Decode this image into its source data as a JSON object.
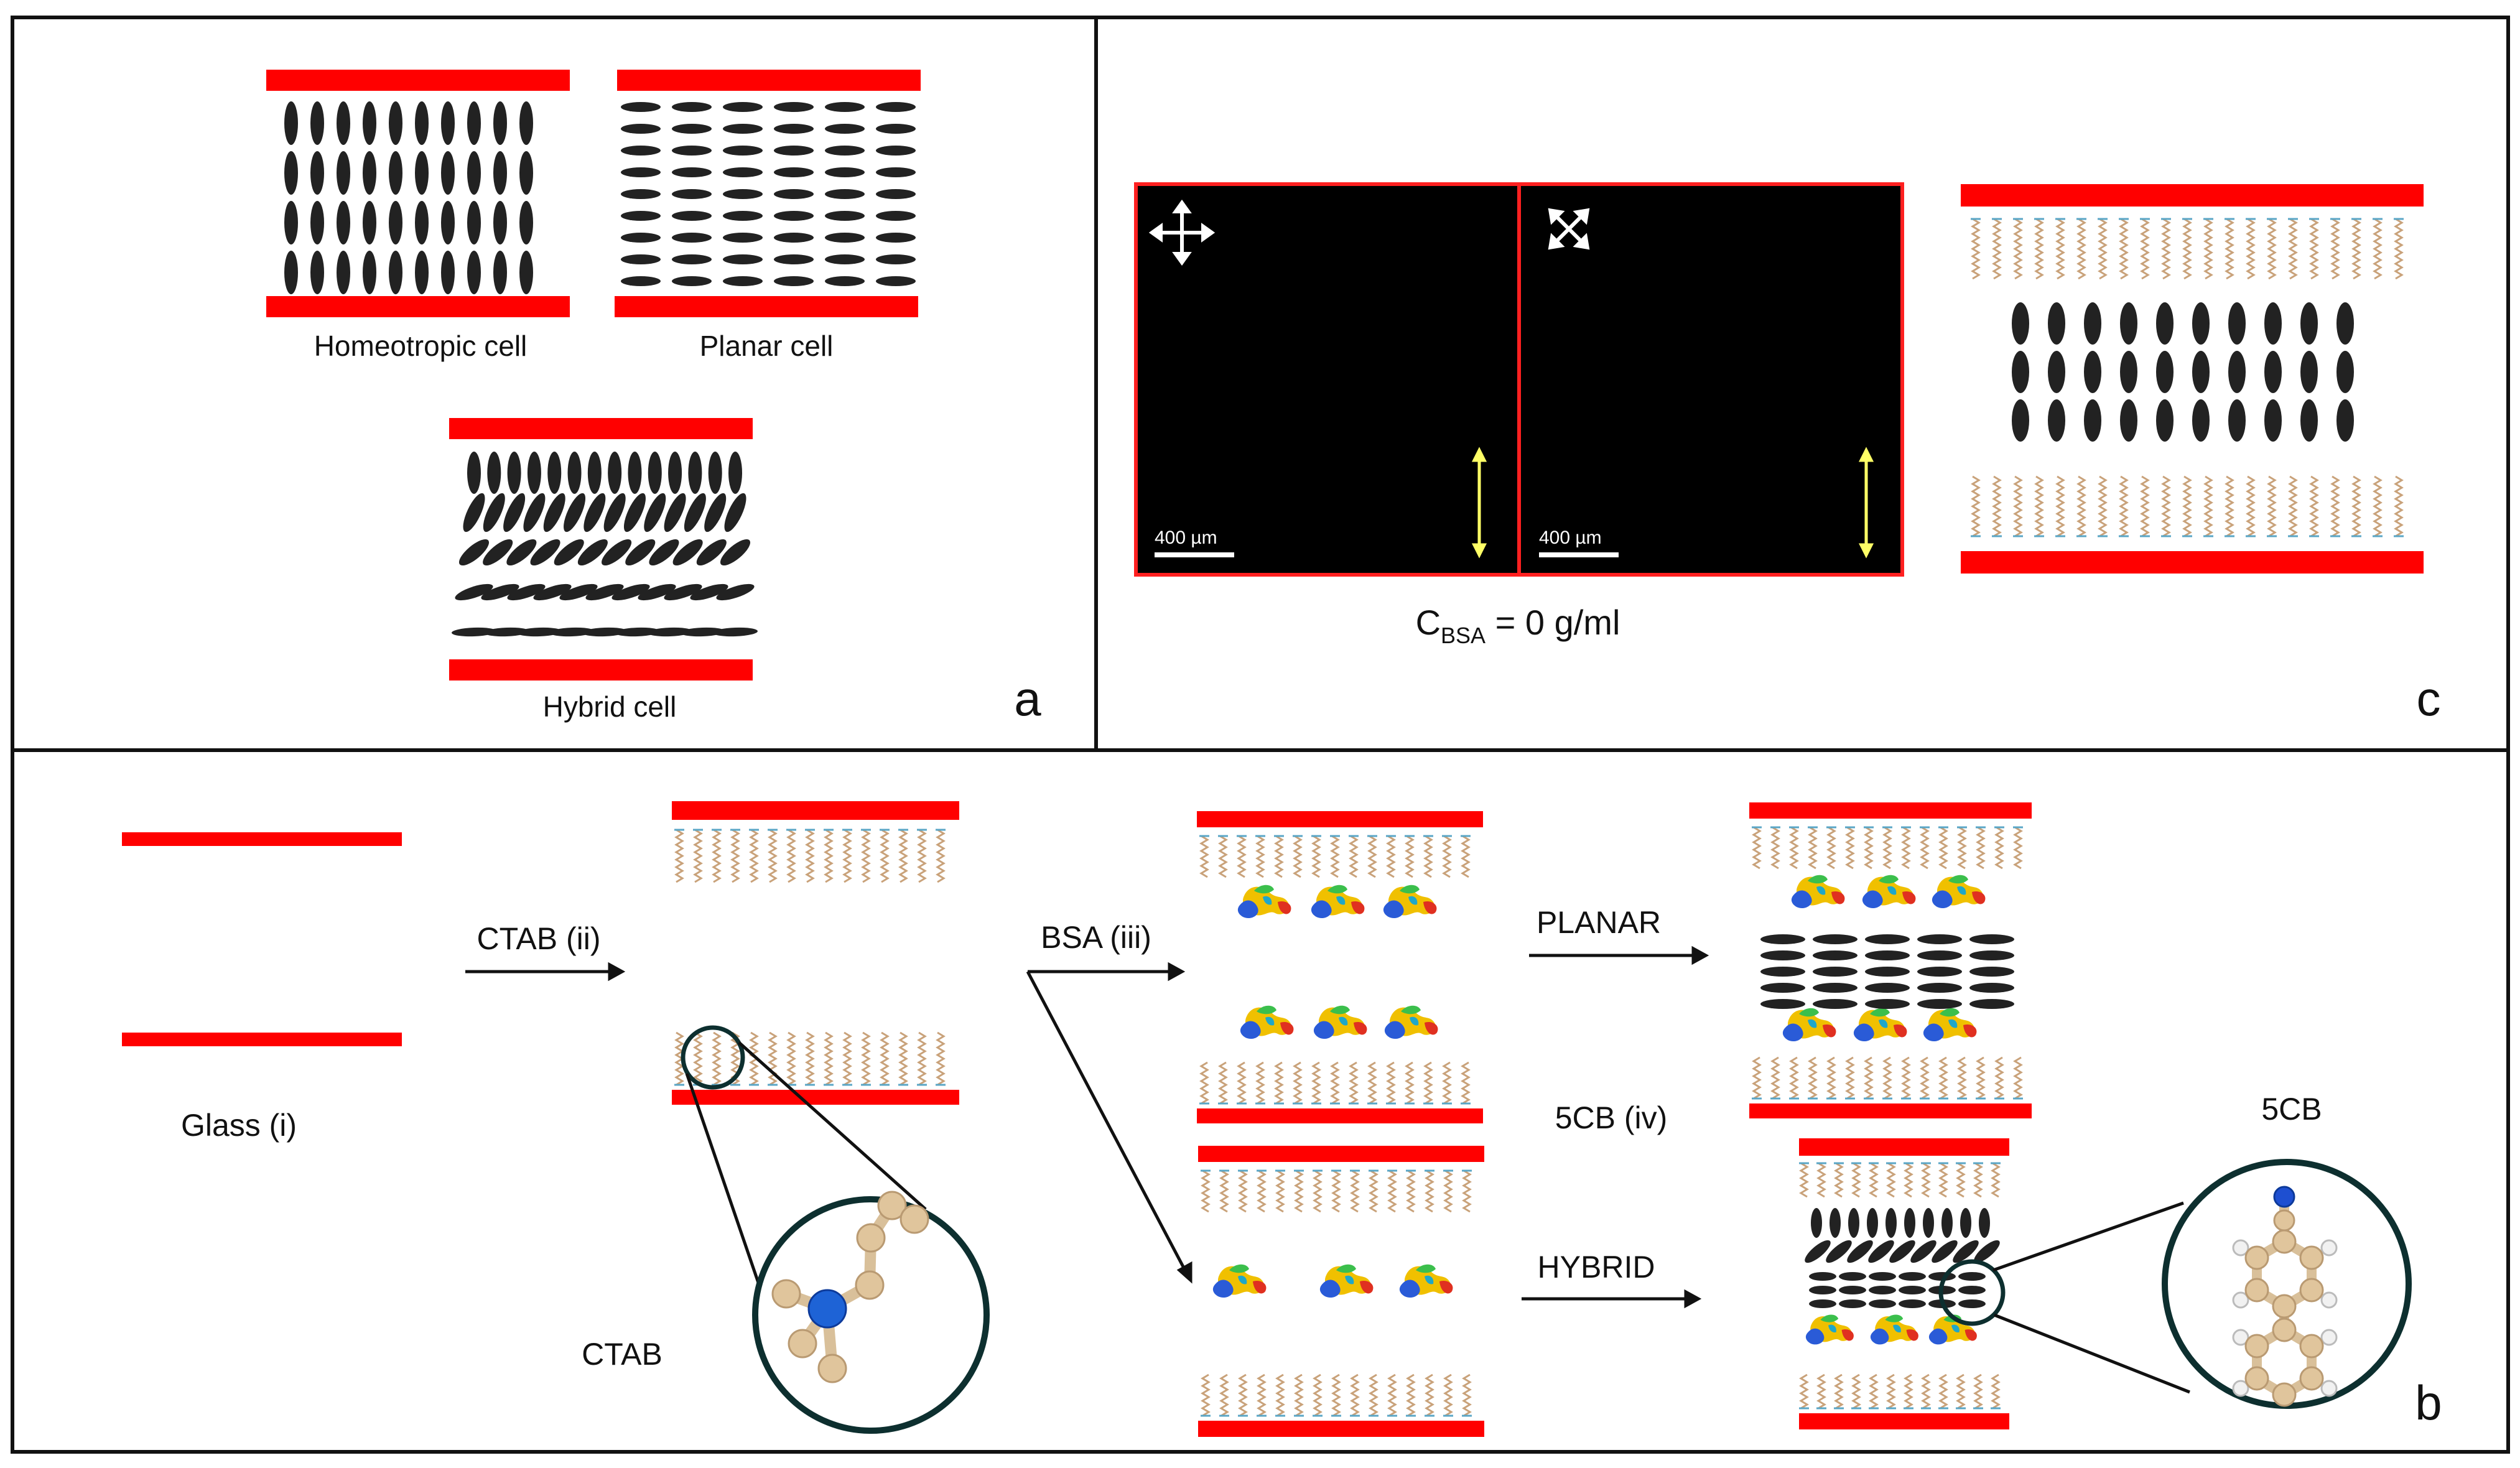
{
  "panel_a": {
    "homeotropic_label": "Homeotropic cell",
    "planar_label": "Planar cell",
    "hybrid_label": "Hybrid cell",
    "panel_letter": "a"
  },
  "panel_c": {
    "scalebar_left": "400 µm",
    "scalebar_right": "400 µm",
    "conc_c": "C",
    "conc_sub": "BSA",
    "conc_rest": " = 0 g/ml",
    "panel_letter": "c"
  },
  "panel_b": {
    "glass_label": "Glass (i)",
    "ctab_step": "CTAB (ii)",
    "bsa_step": "BSA (iii)",
    "planar_step": "PLANAR",
    "hybrid_step": "HYBRID",
    "fivecb_step": "5CB (iv)",
    "ctab_molecule_label": "CTAB",
    "fivecb_molecule_label": "5CB",
    "panel_letter": "b"
  },
  "colors": {
    "glass": "#ff0000",
    "lc_molecule": "#222222",
    "surfactant": "#c9a27a",
    "micrograph_bg": "#000000",
    "polarizer_arrow": "#ffff66"
  }
}
